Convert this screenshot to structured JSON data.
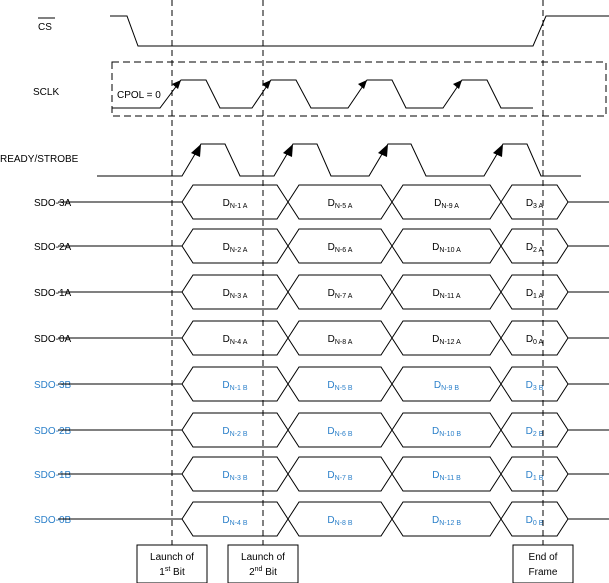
{
  "signals": {
    "cs": "CS",
    "sclk": "SCLK",
    "cpol": "CPOL = 0",
    "ready_strobe": "READY/STROBE"
  },
  "lanes": [
    {
      "label": "SDO-3A",
      "group": "A",
      "cells": [
        {
          "main": "D",
          "sub": "N-1 A"
        },
        {
          "main": "D",
          "sub": "N-5 A"
        },
        {
          "main": "D",
          "sub": "N-9 A"
        },
        {
          "main": "D",
          "sub": "3 A"
        }
      ]
    },
    {
      "label": "SDO-2A",
      "group": "A",
      "cells": [
        {
          "main": "D",
          "sub": "N-2 A"
        },
        {
          "main": "D",
          "sub": "N-6 A"
        },
        {
          "main": "D",
          "sub": "N-10 A"
        },
        {
          "main": "D",
          "sub": "2 A"
        }
      ]
    },
    {
      "label": "SDO-1A",
      "group": "A",
      "cells": [
        {
          "main": "D",
          "sub": "N-3 A"
        },
        {
          "main": "D",
          "sub": "N-7 A"
        },
        {
          "main": "D",
          "sub": "N-11 A"
        },
        {
          "main": "D",
          "sub": "1 A"
        }
      ]
    },
    {
      "label": "SDO-0A",
      "group": "A",
      "cells": [
        {
          "main": "D",
          "sub": "N-4 A"
        },
        {
          "main": "D",
          "sub": "N-8 A"
        },
        {
          "main": "D",
          "sub": "N-12 A"
        },
        {
          "main": "D",
          "sub": "0 A"
        }
      ]
    },
    {
      "label": "SDO-3B",
      "group": "B",
      "cells": [
        {
          "main": "D",
          "sub": "N-1 B"
        },
        {
          "main": "D",
          "sub": "N-5 B"
        },
        {
          "main": "D",
          "sub": "N-9 B"
        },
        {
          "main": "D",
          "sub": "3 B"
        }
      ]
    },
    {
      "label": "SDO-2B",
      "group": "B",
      "cells": [
        {
          "main": "D",
          "sub": "N-2 B"
        },
        {
          "main": "D",
          "sub": "N-6 B"
        },
        {
          "main": "D",
          "sub": "N-10 B"
        },
        {
          "main": "D",
          "sub": "2 B"
        }
      ]
    },
    {
      "label": "SDO-1B",
      "group": "B",
      "cells": [
        {
          "main": "D",
          "sub": "N-3 B"
        },
        {
          "main": "D",
          "sub": "N-7 B"
        },
        {
          "main": "D",
          "sub": "N-11 B"
        },
        {
          "main": "D",
          "sub": "1 B"
        }
      ]
    },
    {
      "label": "SDO-0B",
      "group": "B",
      "cells": [
        {
          "main": "D",
          "sub": "N-4 B"
        },
        {
          "main": "D",
          "sub": "N-8 B"
        },
        {
          "main": "D",
          "sub": "N-12 B"
        },
        {
          "main": "D",
          "sub": "0 B"
        }
      ]
    }
  ],
  "markers": [
    {
      "line1": "Launch of",
      "line2_main": "1",
      "line2_sup": "st",
      "line2_tail": " Bit"
    },
    {
      "line1": "Launch of",
      "line2_main": "2",
      "line2_sup": "nd",
      "line2_tail": " Bit"
    },
    {
      "line1": "End of",
      "line2_main": "Frame",
      "line2_sup": "",
      "line2_tail": ""
    }
  ],
  "colors": {
    "line": "#000000",
    "group_a_text": "#000000",
    "group_b_text": "#2a7fc9"
  }
}
